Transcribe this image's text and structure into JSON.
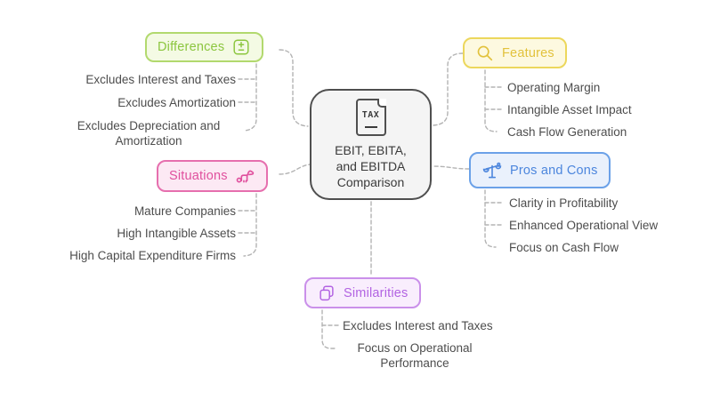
{
  "center": {
    "title_lines": [
      "EBIT, EBITA,",
      "and EBITDA",
      "Comparison"
    ],
    "icon": "tax-document-icon",
    "icon_text": "TAX"
  },
  "branches": [
    {
      "id": "differences",
      "label": "Differences",
      "icon": "plus-minus-icon",
      "color": "green",
      "leaves": [
        "Excludes Interest and Taxes",
        "Excludes Amortization",
        "Excludes Depreciation and Amortization"
      ]
    },
    {
      "id": "features",
      "label": "Features",
      "icon": "magnifier-icon",
      "color": "yellow",
      "leaves": [
        "Operating Margin",
        "Intangible Asset Impact",
        "Cash Flow Generation"
      ]
    },
    {
      "id": "situations",
      "label": "Situations",
      "icon": "dog-icon",
      "color": "pink",
      "leaves": [
        "Mature Companies",
        "High Intangible Assets",
        "High Capital Expenditure Firms"
      ]
    },
    {
      "id": "pros_and_cons",
      "label": "Pros and Cons",
      "icon": "scales-icon",
      "color": "blue",
      "leaves": [
        "Clarity in Profitability",
        "Enhanced Operational View",
        "Focus on Cash Flow"
      ]
    },
    {
      "id": "similarities",
      "label": "Similarities",
      "icon": "copy-icon",
      "color": "purple",
      "leaves": [
        "Excludes Interest and Taxes",
        "Focus on Operational Performance"
      ]
    }
  ],
  "colors": {
    "green": {
      "border": "#b2d96e",
      "fill": "#f4fae4",
      "text": "#8cc63f"
    },
    "yellow": {
      "border": "#ecd75c",
      "fill": "#fdf9e0",
      "text": "#e2c23c"
    },
    "pink": {
      "border": "#e66fae",
      "fill": "#fce9f4",
      "text": "#e0509e"
    },
    "blue": {
      "border": "#6ba1e8",
      "fill": "#eaf1fc",
      "text": "#4c86dd"
    },
    "purple": {
      "border": "#ca90ea",
      "fill": "#f9eefd",
      "text": "#b263e2"
    },
    "center": {
      "border": "#4f4f4f",
      "fill": "#f4f4f4",
      "text": "#3b3b3b"
    },
    "connector": "#b3b3b3",
    "leaf_text": "#4d4d4d",
    "background": "#ffffff"
  }
}
